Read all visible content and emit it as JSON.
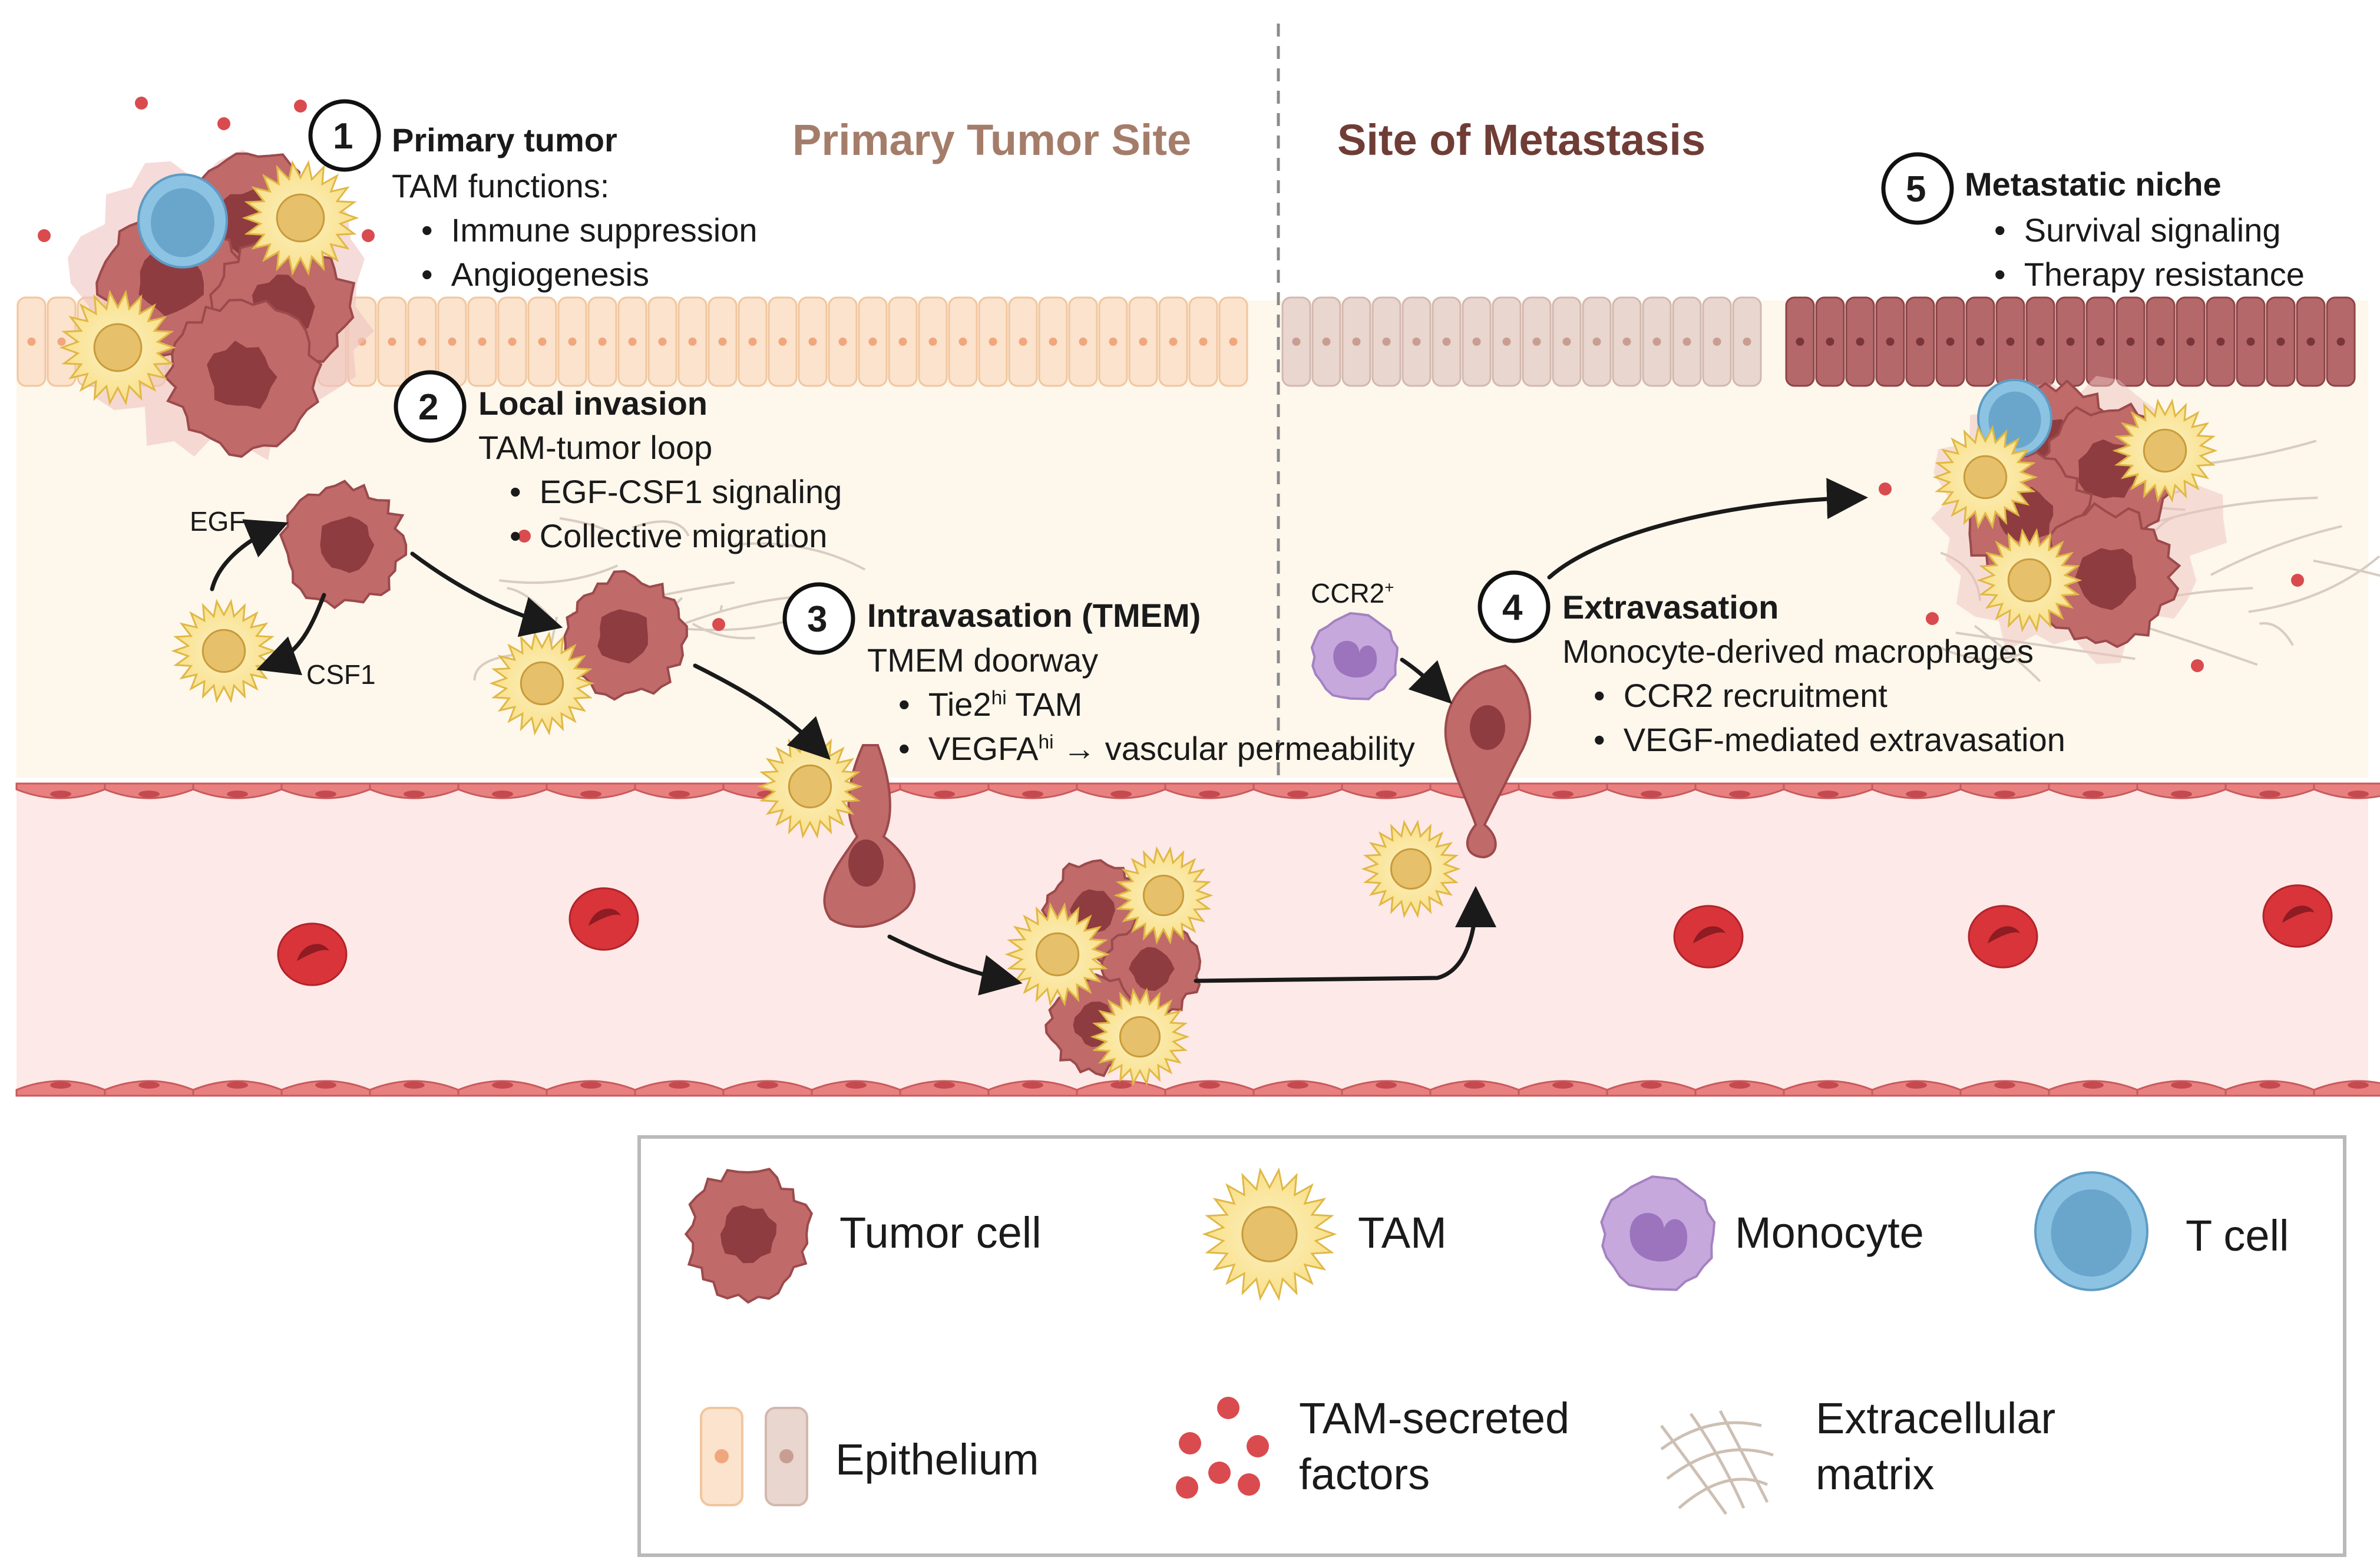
{
  "colors": {
    "primary_site_title": "#a47d6a",
    "metastasis_title": "#6f3d36",
    "epithelium_primary": "#fbe3cd",
    "epithelium_metastasis": "#e8d6cf",
    "epithelium_niche": "#b5686a",
    "stroma": "#fdf7ec",
    "vessel_lumen": "#fde9e7",
    "vessel_wall": "#e88080",
    "rbc": "#d8343a",
    "tumor_cell": "#c06a6a",
    "tam": "#fbe7a0",
    "monocyte": "#c7a8dd",
    "t_cell": "#8cc3e3"
  },
  "regions": {
    "primary_title": "Primary Tumor Site",
    "metastasis_title": "Site of Metastasis"
  },
  "steps": [
    {
      "number": "1",
      "title": "Primary tumor",
      "subtitle": "TAM functions:",
      "bullets": [
        "Immune suppression",
        "Angiogenesis"
      ]
    },
    {
      "number": "2",
      "title": "Local invasion",
      "subtitle": "TAM-tumor loop",
      "bullets": [
        "EGF-CSF1 signaling",
        "Collective migration"
      ]
    },
    {
      "number": "3",
      "title": "Intravasation (TMEM)",
      "subtitle": "TMEM doorway",
      "bullet1_pre": "Tie2",
      "bullet1_sup": "hi",
      "bullet1_post": " TAM",
      "bullet2_pre": "VEGFA",
      "bullet2_sup": "hi",
      "bullet2_post": " → vascular permeability"
    },
    {
      "number": "4",
      "title": "Extravasation",
      "subtitle": "Monocyte-derived macrophages",
      "bullets": [
        "CCR2 recruitment",
        "VEGF-mediated extravasation"
      ]
    },
    {
      "number": "5",
      "title": "Metastatic niche",
      "bullets": [
        "Survival signaling",
        "Therapy resistance"
      ]
    }
  ],
  "labels": {
    "egf": "EGF",
    "csf1": "CSF1",
    "ccr2": "CCR2",
    "ccr2_sup": "+"
  },
  "icons": [
    "tumor-cell-icon",
    "tam-icon",
    "monocyte-icon",
    "t-cell-icon",
    "red-blood-cell-icon",
    "epithelium-icon",
    "secreted-factors-icon",
    "extracellular-matrix-icon",
    "arrow-icon"
  ],
  "legend": {
    "tumor_cell": "Tumor cell",
    "tam": "TAM",
    "monocyte": "Monocyte",
    "t_cell": "T cell",
    "epithelium": "Epithelium",
    "secreted_1": "TAM-secreted",
    "secreted_2": "factors",
    "ecm_1": "Extracellular",
    "ecm_2": "matrix"
  }
}
